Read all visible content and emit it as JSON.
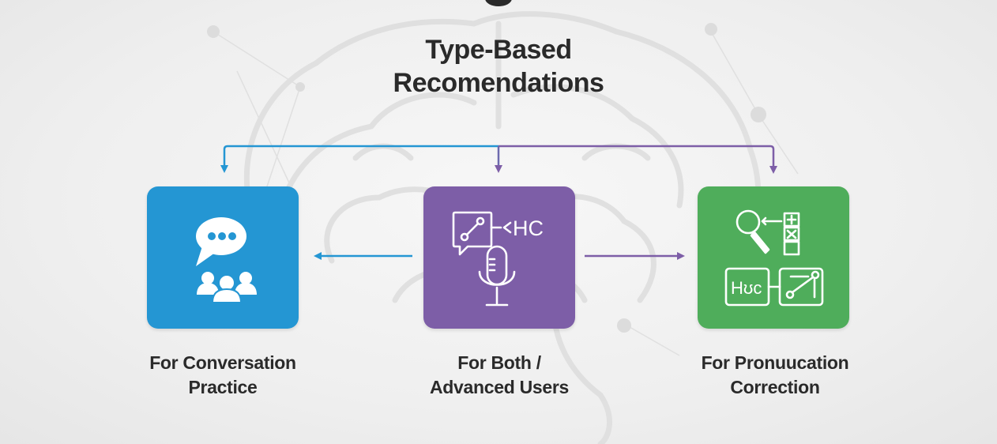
{
  "title": {
    "line1": "Type-Based",
    "line2": "Recomendations"
  },
  "colors": {
    "conversation": "#2496d3",
    "advanced": "#7d5ea7",
    "pronunciation": "#4fad5b",
    "text": "#2a2a2a"
  },
  "cards": [
    {
      "id": "conversation",
      "icon": "chat-group-icon",
      "caption_line1": "For Conversation",
      "caption_line2": "Practice"
    },
    {
      "id": "advanced",
      "icon": "microphone-chart-icon",
      "icon_text": "HC",
      "caption_line1": "For Both /",
      "caption_line2": "Advanced Users"
    },
    {
      "id": "pronunciation",
      "icon": "pronunciation-tools-icon",
      "icon_text": "Hʊc",
      "caption_line1": "For Pronuucation",
      "caption_line2": "Correction"
    }
  ],
  "connections": [
    {
      "from": "top-bus",
      "to": "conversation",
      "color": "#2496d3"
    },
    {
      "from": "top-bus",
      "to": "advanced",
      "color": "#7d5ea7"
    },
    {
      "from": "top-bus",
      "to": "pronunciation",
      "color": "#7d5ea7"
    },
    {
      "from": "advanced",
      "to": "conversation",
      "color": "#2496d3"
    },
    {
      "from": "advanced",
      "to": "pronunciation",
      "color": "#7d5ea7"
    }
  ]
}
